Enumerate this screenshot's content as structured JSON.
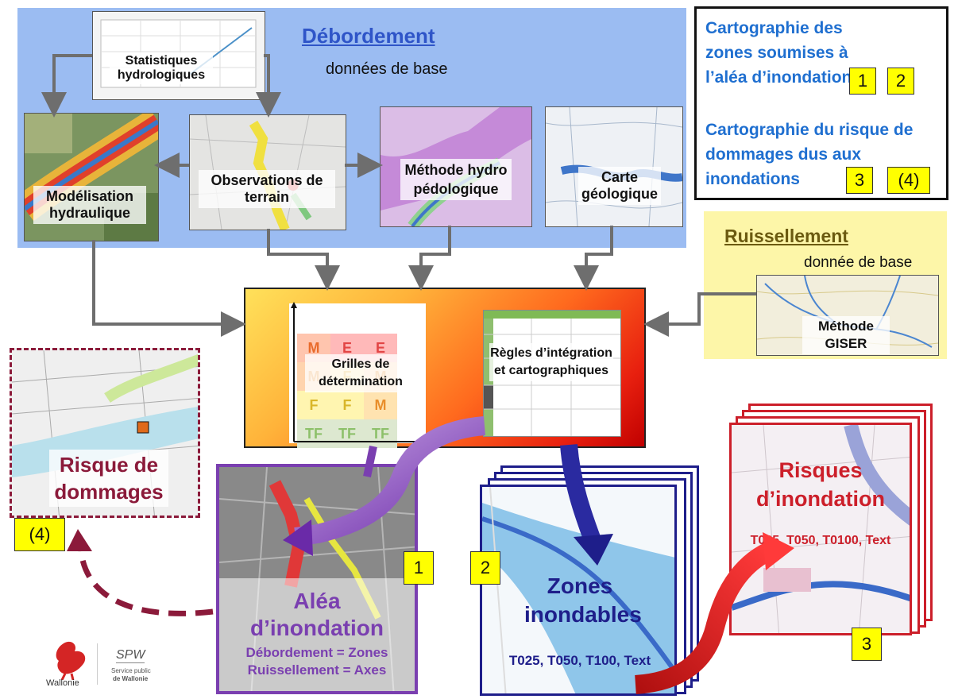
{
  "debordement": {
    "title": "Débordement",
    "subtitle": "données de base",
    "statistiques": "Statistiques hydrologiques",
    "modelisation": "Modélisation hydraulique",
    "observations": "Observations de terrain",
    "methode_hydro": "Méthode hydro pédologique",
    "carte_geologique": "Carte géologique"
  },
  "legend": {
    "line1": "Cartographie des zones soumises à l’aléa d’inondation",
    "badge1": "1",
    "badge2": "2",
    "line2": "Cartographie du risque de dommages dus aux inondations",
    "badge3": "3",
    "badge4": "(4)"
  },
  "ruissellement": {
    "title": "Ruissellement",
    "subtitle": "donnée de base",
    "methode": "Méthode GISER"
  },
  "center": {
    "grilles": "Grilles de détermination",
    "regles": "Règles d’intégration et cartographiques",
    "grid_cells": [
      "M",
      "E",
      "E",
      "M",
      "F",
      "M",
      "F",
      "F",
      "M",
      "TF",
      "TF",
      "TF"
    ]
  },
  "risque_dommages": {
    "title": "Risque de dommages",
    "badge": "(4)"
  },
  "alea": {
    "title": "Aléa d’inondation",
    "line1": "Débordement = Zones",
    "line2": "Ruissellement = Axes",
    "badge": "1"
  },
  "zones": {
    "title": "Zones inondables",
    "periods": "T025, T050, T100, Text",
    "badge": "2"
  },
  "risques": {
    "title": "Risques d’inondation",
    "periods": "T025, T050, T0100, Text",
    "badge": "3"
  },
  "logos": {
    "wallonie": "Wallonie",
    "spw": "SPW",
    "spw_sub1": "Service public",
    "spw_sub2": "de Wallonie"
  },
  "colors": {
    "debordement_bg": "#9bbcf2",
    "ruissellement_bg": "#fdf6a8",
    "legend_text": "#1f6fd0",
    "alea": "#7a3fb0",
    "risque": "#cc1f2a",
    "zones": "#1e1e8a"
  }
}
